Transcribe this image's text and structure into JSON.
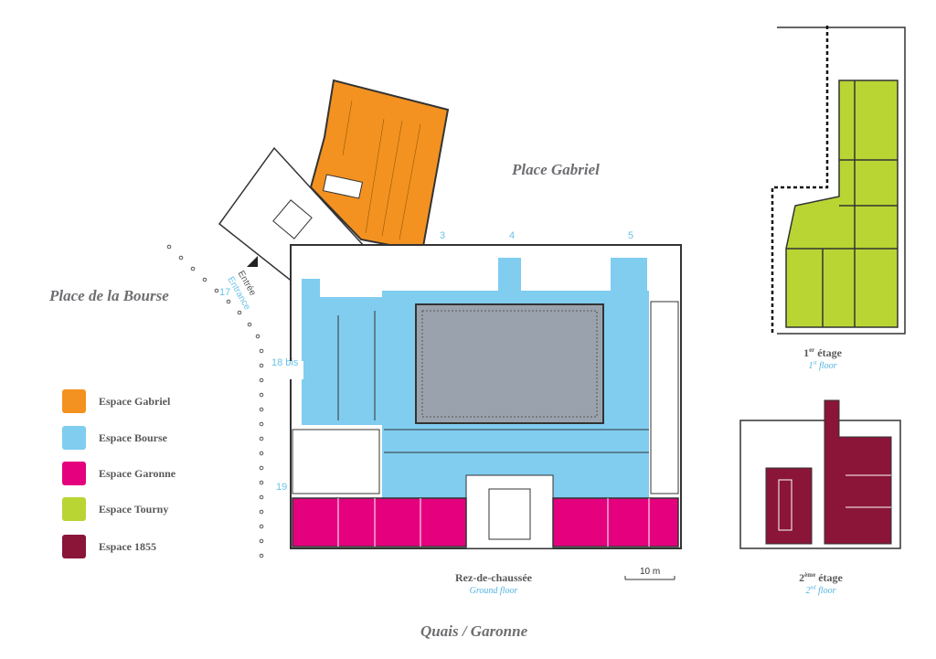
{
  "places": {
    "gabriel": "Place Gabriel",
    "bourse": "Place de la Bourse",
    "quais": "Quais / Garonne"
  },
  "entrance": {
    "fr": "Entrée",
    "en": "Entrance"
  },
  "door_numbers": [
    "3",
    "4",
    "5",
    "17",
    "18 bis",
    "19"
  ],
  "legend": [
    {
      "label": "Espace Gabriel",
      "color": "#f39220"
    },
    {
      "label": "Espace Bourse",
      "color": "#80cdf0"
    },
    {
      "label": "Espace Garonne",
      "color": "#e5007e"
    },
    {
      "label": "Espace Tourny",
      "color": "#b9d534"
    },
    {
      "label": "Espace 1855",
      "color": "#8a1538"
    }
  ],
  "floors": {
    "ground": {
      "fr": "Rez-de-chaussée",
      "en": "Ground floor"
    },
    "first": {
      "fr_num": "1",
      "fr_sup": "er",
      "fr_word": " étage",
      "en_num": "1",
      "en_sup": "st",
      "en_word": " floor"
    },
    "second": {
      "fr_num": "2",
      "fr_sup": "ème",
      "fr_word": " étage",
      "en_num": "2",
      "en_sup": "nd",
      "en_word": " floor"
    }
  },
  "scale": {
    "label": "10 m"
  }
}
